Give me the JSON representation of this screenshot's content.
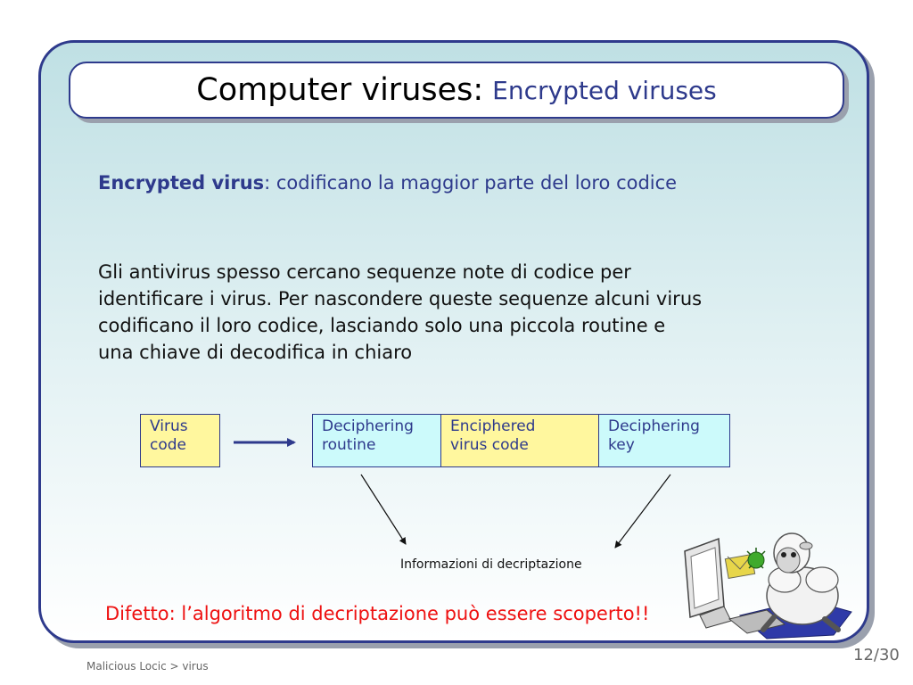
{
  "title": {
    "main": "Computer viruses:",
    "sub": "Encrypted viruses"
  },
  "intro": {
    "term": "Encrypted virus",
    "rest": ": codificano la maggior parte del loro codice"
  },
  "paragraph": {
    "lines": [
      "Gli antivirus spesso cercano sequenze note di codice per",
      "identificare i virus. Per nascondere queste sequenze alcuni virus",
      "codificano il loro codice, lasciando solo una piccola routine e",
      "una chiave di decodifica in chiaro"
    ]
  },
  "diagram": {
    "source_box": {
      "line1": "Virus",
      "line2": "code"
    },
    "segments": [
      {
        "line1": "Deciphering",
        "line2": "routine"
      },
      {
        "line1": "Enciphered",
        "line2": "virus code"
      },
      {
        "line1": "Deciphering",
        "line2": "key"
      }
    ],
    "label": "Informazioni di decriptazione"
  },
  "warning": "Difetto: l’algoritmo di decriptazione può essere scoperto!!",
  "footer": {
    "text": "Malicious Locic > virus",
    "page": "12/30"
  },
  "colors": {
    "border": "#2e3a8c",
    "title_sub": "#2e3a8c",
    "yellow_box": "#fff79e",
    "cyan_box": "#ccfafb",
    "warning": "#ee1111"
  },
  "icons": {
    "illustration": "sheep-at-computer-icon"
  }
}
